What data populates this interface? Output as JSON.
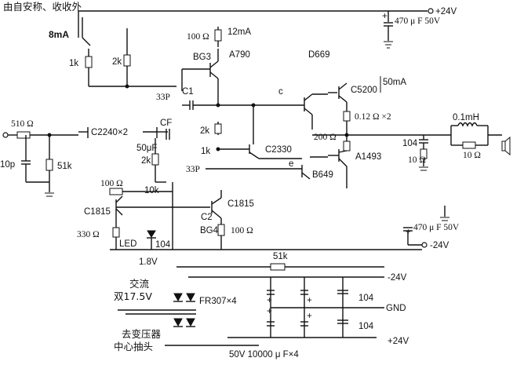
{
  "rails": {
    "top_pos": "+24V",
    "top_neg": "-24V",
    "psu_neg": "-24V",
    "psu_gnd": "GND",
    "psu_pos": "+24V"
  },
  "labels": {
    "top_text": "由自安称、收收外",
    "cap_top": "470 μ F 50V",
    "cap_bot": "470 μ F 50V",
    "i8ma": "8mA",
    "r1k_a": "1k",
    "r2k_a": "2k",
    "r100_top": "100 Ω",
    "i12ma": "12mA",
    "bg3": "BG3",
    "a790": "A790",
    "d669": "D669",
    "c33p_a": "33P",
    "c1": "C1",
    "c5200": "C5200",
    "i50ma": "50mA",
    "node_c": "c",
    "r_emit": "0.12 Ω ×2",
    "r510": "510 Ω",
    "c2240": "C2240×2",
    "cf": "CF",
    "c50u": "50μF",
    "r2k_b": "2k",
    "r1k_b": "1k",
    "c2330": "C2330",
    "r200": "200 Ω",
    "c104_a": "104",
    "c10_a": "10 Ω",
    "l01": "0.1mH",
    "r10_out": "10 Ω",
    "a1493": "A1493",
    "r2k_c": "2k",
    "c33p_b": "33P",
    "node_e": "e",
    "b649": "B649",
    "c_in": "10p",
    "r51k_in": "51k",
    "r100_mid": "100 Ω",
    "r10k": "10k",
    "c1815_l": "C1815",
    "c2": "C2",
    "c1815_r": "C1815",
    "r330": "330 Ω",
    "led": "LED",
    "c104_b": "104",
    "bg4": "BG4",
    "r100_bot": "100 Ω",
    "v18": "1.8V",
    "r51k_fb": "51k",
    "ac_line1": "交流",
    "ac_line2": "双17.5V",
    "fr307": "FR307×4",
    "xf_line1": "去变压器",
    "xf_line2": "中心抽头",
    "c104_p1": "104",
    "c104_p2": "104",
    "psu_caps": "50V 10000 μ F×4"
  }
}
